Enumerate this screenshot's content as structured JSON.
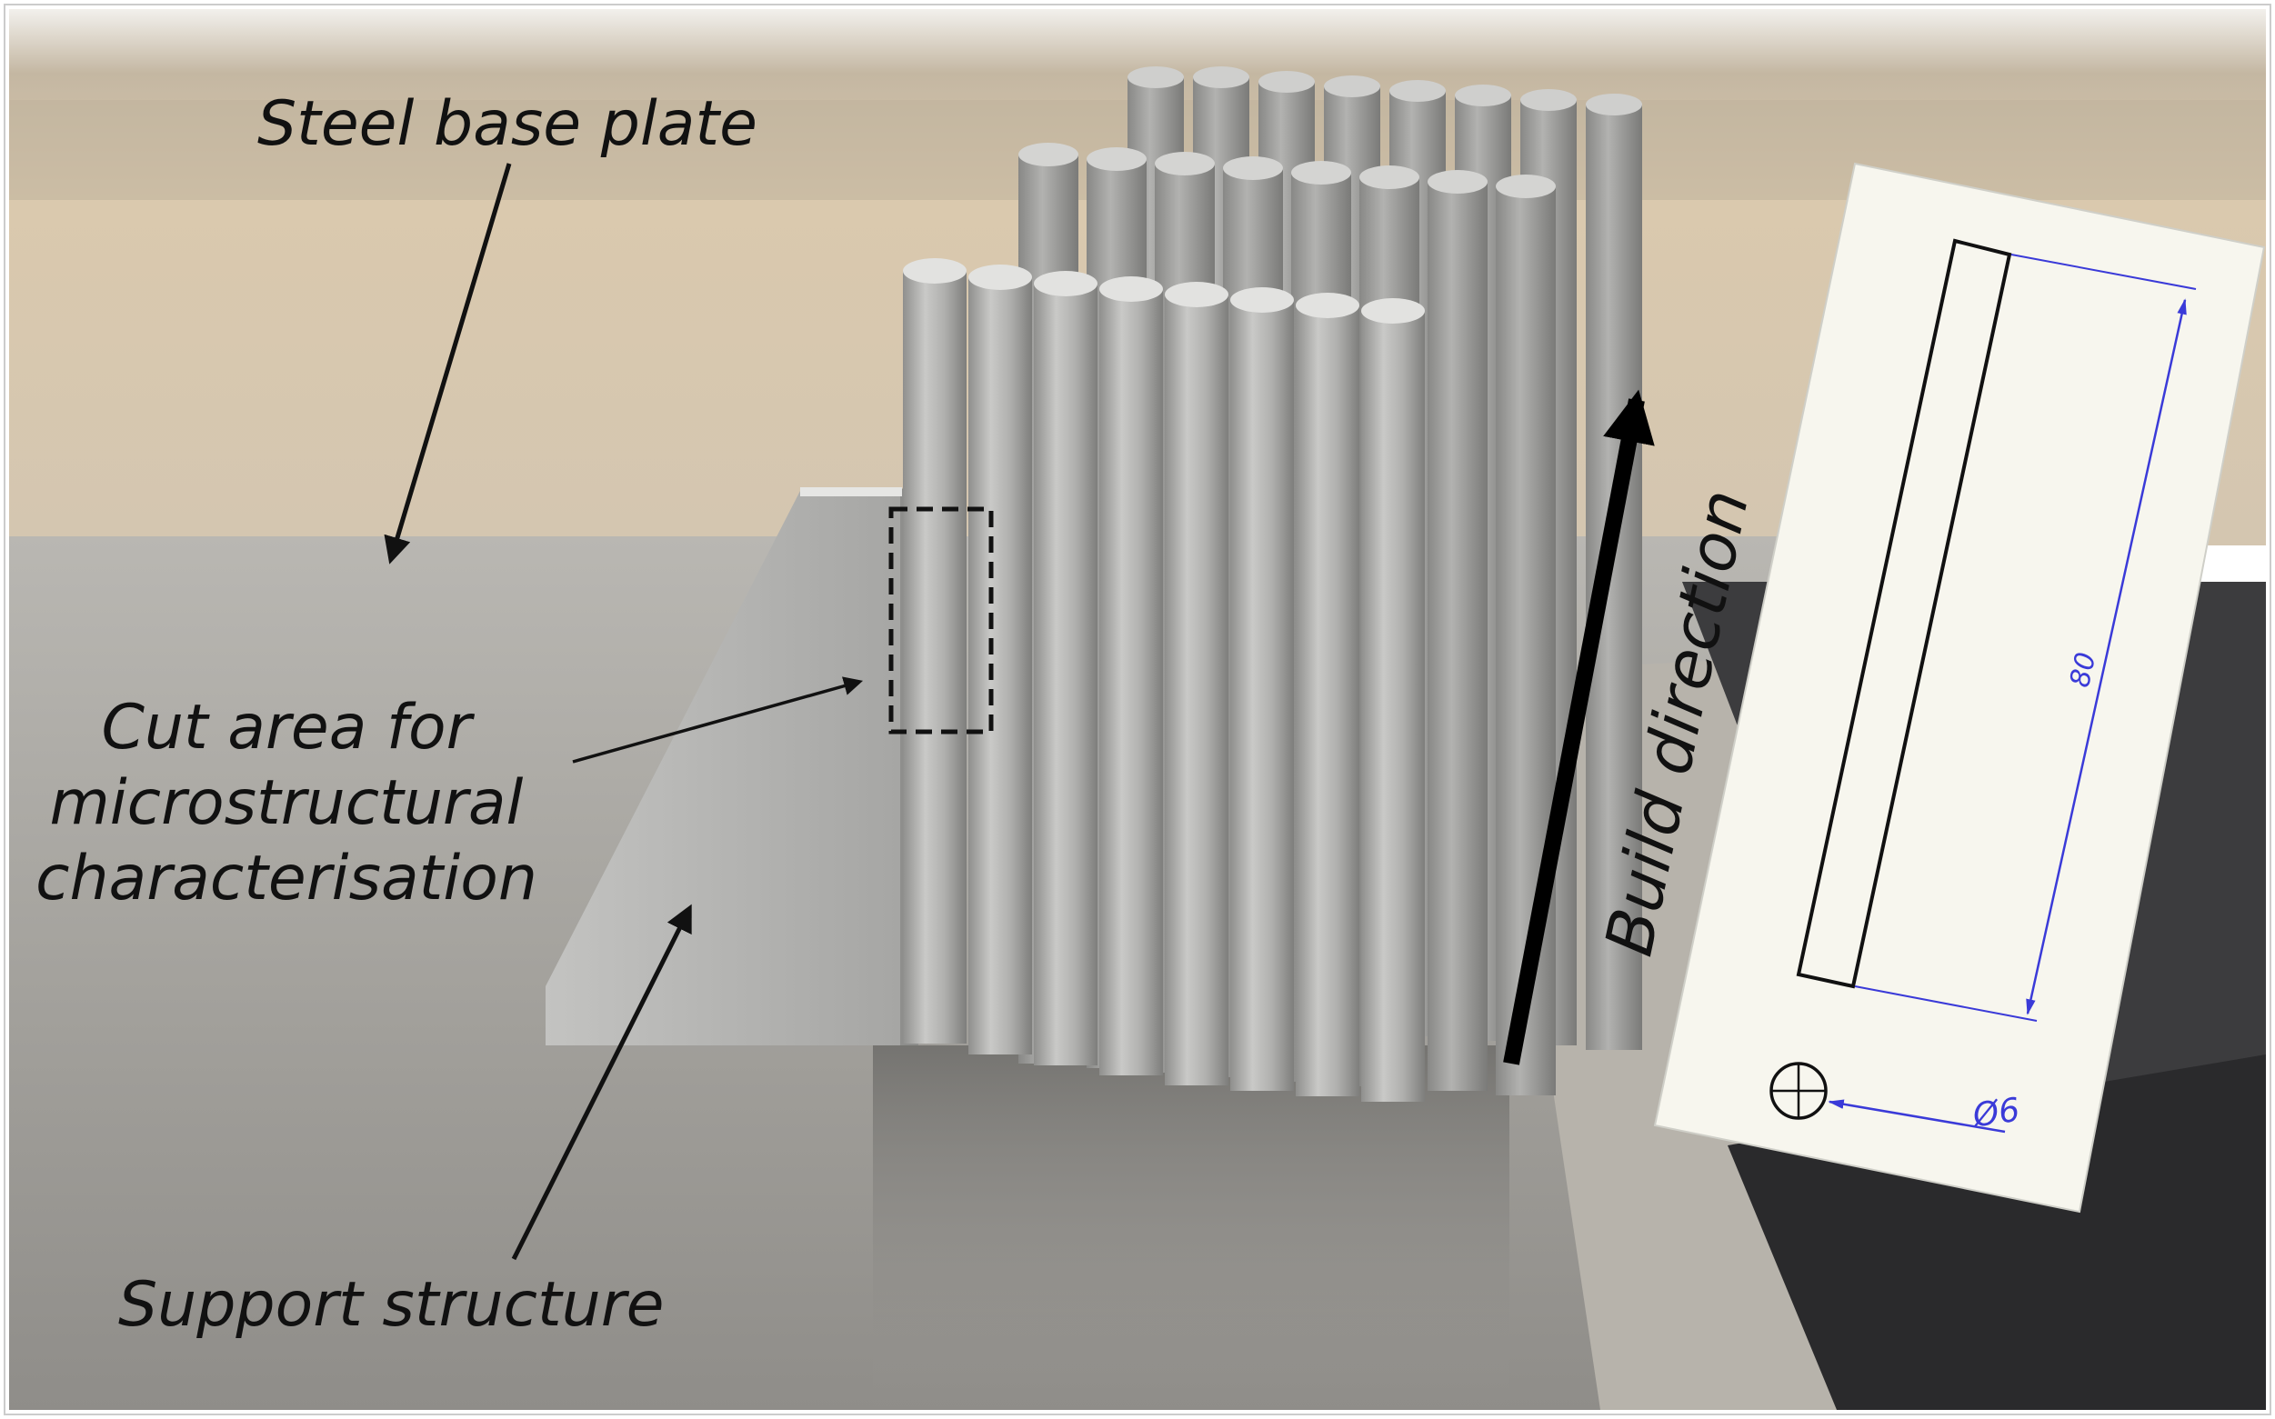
{
  "labels": {
    "steel_base_plate": "Steel base plate",
    "cut_area_line1": "Cut area for",
    "cut_area_line2": "microstructural",
    "cut_area_line3": "characterisation",
    "support_structure": "Support structure",
    "build_direction": "Build direction"
  },
  "drawing": {
    "length_dimension": "80",
    "diameter_dimension": "Ø6"
  },
  "colors": {
    "annotation_text": "#111111",
    "dimension_blue": "#3a3ad8",
    "background_wall": "#d9cbb5",
    "steel_plate": "#a9a7a2",
    "rod_metal": "#b4b4b2"
  }
}
